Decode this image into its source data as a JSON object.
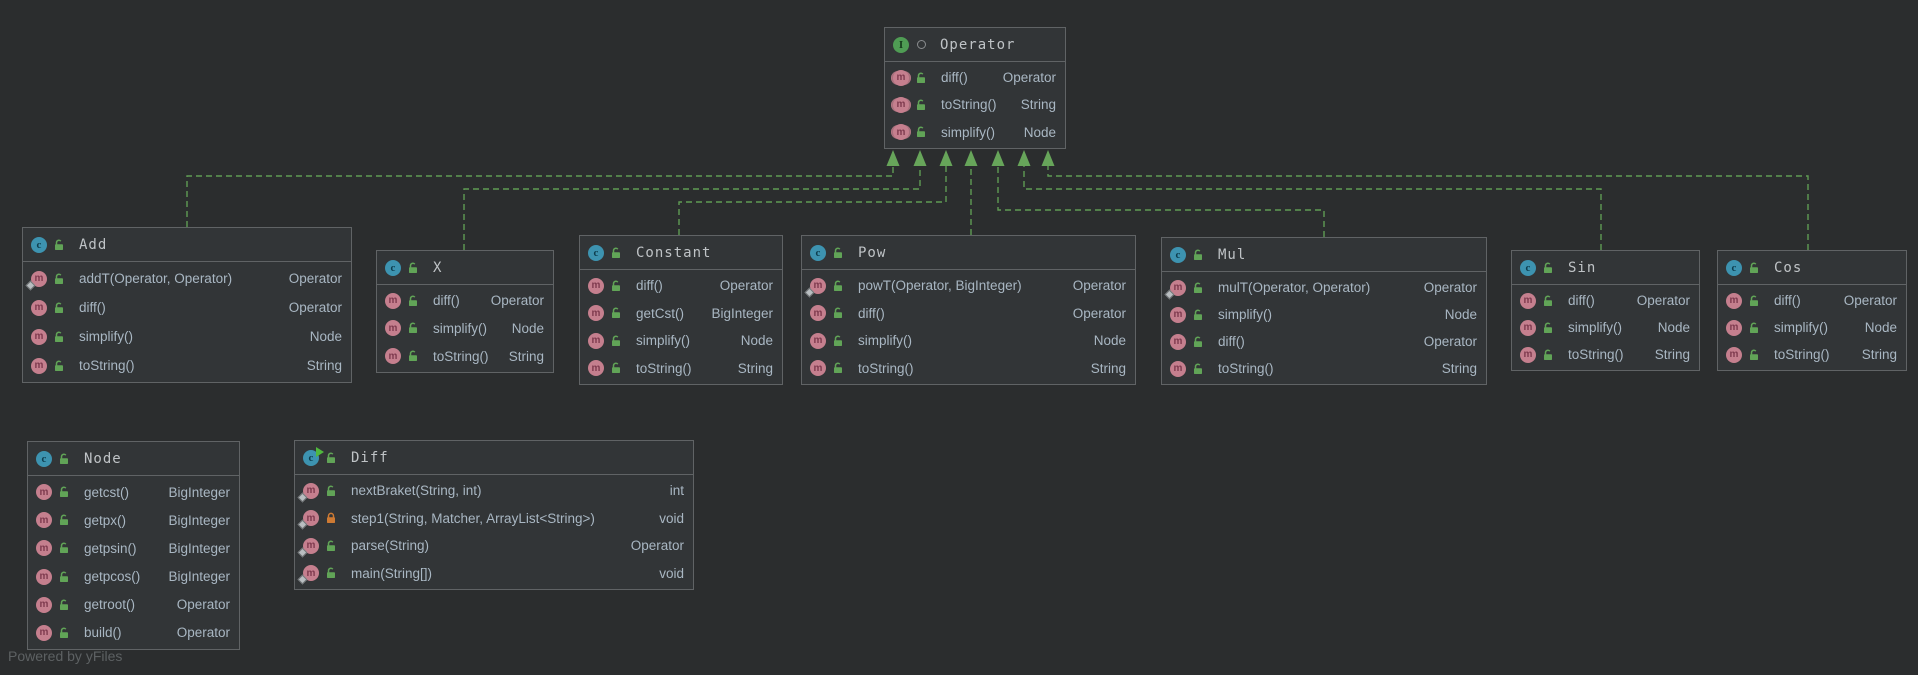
{
  "watermark": "Powered by yFiles",
  "icons": {
    "class_letter": "c",
    "interface_letter": "I",
    "method_letter": "m"
  },
  "colors": {
    "canvas": "#2b2d2e",
    "node_background": "#323537",
    "node_border": "#606365",
    "edge_green": "#5f9b53",
    "method_icon_pink": "#c57f8e",
    "class_icon_blue": "#3d93b0",
    "interface_icon_green": "#4f9c54",
    "public_lock_green": "#61a457",
    "private_lock_orange": "#ce7a33"
  },
  "classes": [
    {
      "id": "operator",
      "kind": "interface",
      "name": "Operator",
      "methods": [
        {
          "name": "diff()",
          "type": "Operator",
          "visibility": "public",
          "static": false,
          "abstract": true
        },
        {
          "name": "toString()",
          "type": "String",
          "visibility": "public",
          "static": false,
          "abstract": true
        },
        {
          "name": "simplify()",
          "type": "Node",
          "visibility": "public",
          "static": false,
          "abstract": true
        }
      ]
    },
    {
      "id": "add",
      "kind": "class",
      "name": "Add",
      "methods": [
        {
          "name": "addT(Operator, Operator)",
          "type": "Operator",
          "visibility": "public",
          "static": true
        },
        {
          "name": "diff()",
          "type": "Operator",
          "visibility": "public",
          "static": false
        },
        {
          "name": "simplify()",
          "type": "Node",
          "visibility": "public",
          "static": false
        },
        {
          "name": "toString()",
          "type": "String",
          "visibility": "public",
          "static": false
        }
      ]
    },
    {
      "id": "x",
      "kind": "class",
      "name": "X",
      "methods": [
        {
          "name": "diff()",
          "type": "Operator",
          "visibility": "public",
          "static": false
        },
        {
          "name": "simplify()",
          "type": "Node",
          "visibility": "public",
          "static": false
        },
        {
          "name": "toString()",
          "type": "String",
          "visibility": "public",
          "static": false
        }
      ]
    },
    {
      "id": "constant",
      "kind": "class",
      "name": "Constant",
      "methods": [
        {
          "name": "diff()",
          "type": "Operator",
          "visibility": "public",
          "static": false
        },
        {
          "name": "getCst()",
          "type": "BigInteger",
          "visibility": "public",
          "static": false
        },
        {
          "name": "simplify()",
          "type": "Node",
          "visibility": "public",
          "static": false
        },
        {
          "name": "toString()",
          "type": "String",
          "visibility": "public",
          "static": false
        }
      ]
    },
    {
      "id": "pow",
      "kind": "class",
      "name": "Pow",
      "methods": [
        {
          "name": "powT(Operator, BigInteger)",
          "type": "Operator",
          "visibility": "public",
          "static": true
        },
        {
          "name": "diff()",
          "type": "Operator",
          "visibility": "public",
          "static": false
        },
        {
          "name": "simplify()",
          "type": "Node",
          "visibility": "public",
          "static": false
        },
        {
          "name": "toString()",
          "type": "String",
          "visibility": "public",
          "static": false
        }
      ]
    },
    {
      "id": "mul",
      "kind": "class",
      "name": "Mul",
      "methods": [
        {
          "name": "mulT(Operator, Operator)",
          "type": "Operator",
          "visibility": "public",
          "static": true
        },
        {
          "name": "simplify()",
          "type": "Node",
          "visibility": "public",
          "static": false
        },
        {
          "name": "diff()",
          "type": "Operator",
          "visibility": "public",
          "static": false
        },
        {
          "name": "toString()",
          "type": "String",
          "visibility": "public",
          "static": false
        }
      ]
    },
    {
      "id": "sin",
      "kind": "class",
      "name": "Sin",
      "methods": [
        {
          "name": "diff()",
          "type": "Operator",
          "visibility": "public",
          "static": false
        },
        {
          "name": "simplify()",
          "type": "Node",
          "visibility": "public",
          "static": false
        },
        {
          "name": "toString()",
          "type": "String",
          "visibility": "public",
          "static": false
        }
      ]
    },
    {
      "id": "cos",
      "kind": "class",
      "name": "Cos",
      "methods": [
        {
          "name": "diff()",
          "type": "Operator",
          "visibility": "public",
          "static": false
        },
        {
          "name": "simplify()",
          "type": "Node",
          "visibility": "public",
          "static": false
        },
        {
          "name": "toString()",
          "type": "String",
          "visibility": "public",
          "static": false
        }
      ]
    },
    {
      "id": "node",
      "kind": "class",
      "name": "Node",
      "methods": [
        {
          "name": "getcst()",
          "type": "BigInteger",
          "visibility": "public",
          "static": false
        },
        {
          "name": "getpx()",
          "type": "BigInteger",
          "visibility": "public",
          "static": false
        },
        {
          "name": "getpsin()",
          "type": "BigInteger",
          "visibility": "public",
          "static": false
        },
        {
          "name": "getpcos()",
          "type": "BigInteger",
          "visibility": "public",
          "static": false
        },
        {
          "name": "getroot()",
          "type": "Operator",
          "visibility": "public",
          "static": false
        },
        {
          "name": "build()",
          "type": "Operator",
          "visibility": "public",
          "static": false
        }
      ]
    },
    {
      "id": "diff",
      "kind": "runnable-class",
      "name": "Diff",
      "methods": [
        {
          "name": "nextBraket(String, int)",
          "type": "int",
          "visibility": "public",
          "static": true
        },
        {
          "name": "step1(String, Matcher, ArrayList<String>)",
          "type": "void",
          "visibility": "private",
          "static": true
        },
        {
          "name": "parse(String)",
          "type": "Operator",
          "visibility": "public",
          "static": true
        },
        {
          "name": "main(String[])",
          "type": "void",
          "visibility": "public",
          "static": true
        }
      ]
    }
  ],
  "edges": [
    {
      "from": "Add",
      "to": "Operator",
      "type": "implements"
    },
    {
      "from": "X",
      "to": "Operator",
      "type": "implements"
    },
    {
      "from": "Constant",
      "to": "Operator",
      "type": "implements"
    },
    {
      "from": "Pow",
      "to": "Operator",
      "type": "implements"
    },
    {
      "from": "Mul",
      "to": "Operator",
      "type": "implements"
    },
    {
      "from": "Sin",
      "to": "Operator",
      "type": "implements"
    },
    {
      "from": "Cos",
      "to": "Operator",
      "type": "implements"
    }
  ]
}
